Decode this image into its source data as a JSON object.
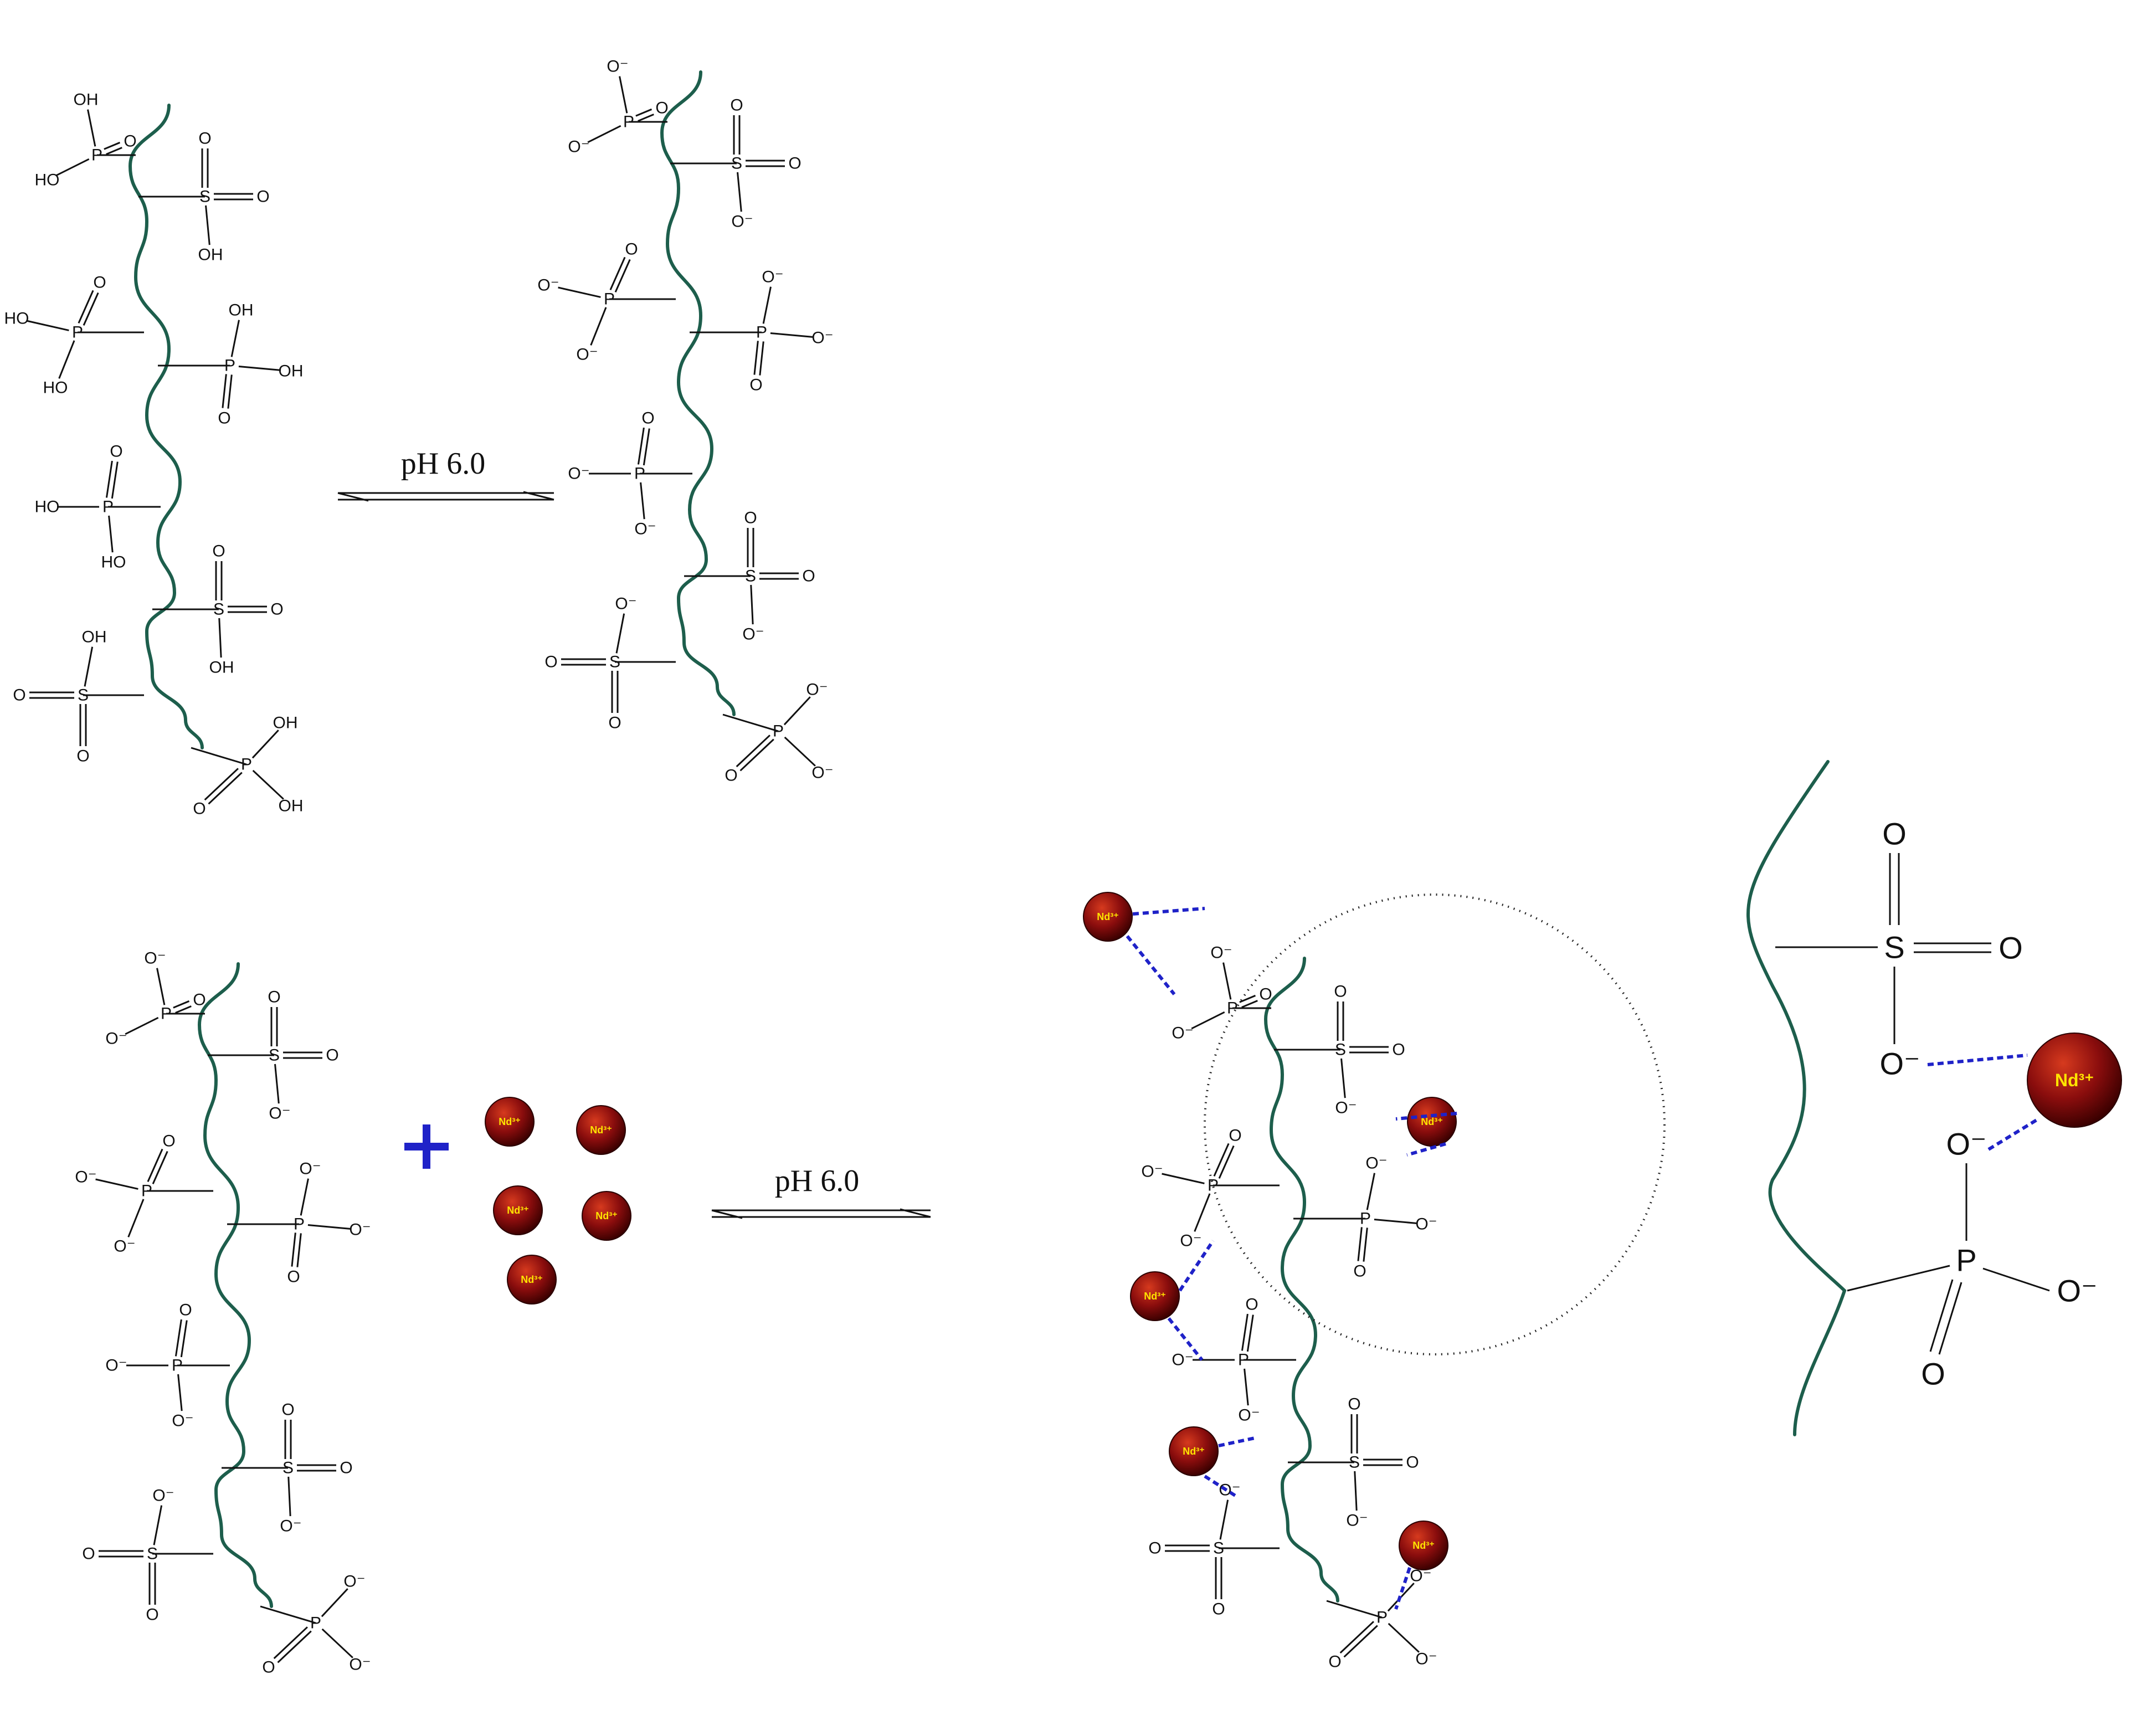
{
  "condition": {
    "upper": "pH 6.0",
    "lower": "pH 6.0"
  },
  "reagent": {
    "plus_symbol": "+",
    "nd_ion": "Nd³⁺"
  },
  "atoms": {
    "O": "O",
    "P": "P",
    "S": "S",
    "OH": "OH",
    "HO": "HO",
    "O_minus": "O⁻"
  },
  "zoom": {
    "ion": "Nd³⁺",
    "s_atom": "S",
    "p_atom": "P",
    "o_atom": "O",
    "o_minus": "O⁻"
  },
  "colors": {
    "backbone": "#1d5e4c",
    "interaction": "#1f22c8",
    "ion": "#8a0d0d",
    "ion_label": "#ffe400",
    "plus": "#1f22c8"
  },
  "icons": {
    "equilibrium": "equilibrium-arrows-icon",
    "ion": "nd-ion-sphere-icon",
    "plus": "plus-icon"
  }
}
